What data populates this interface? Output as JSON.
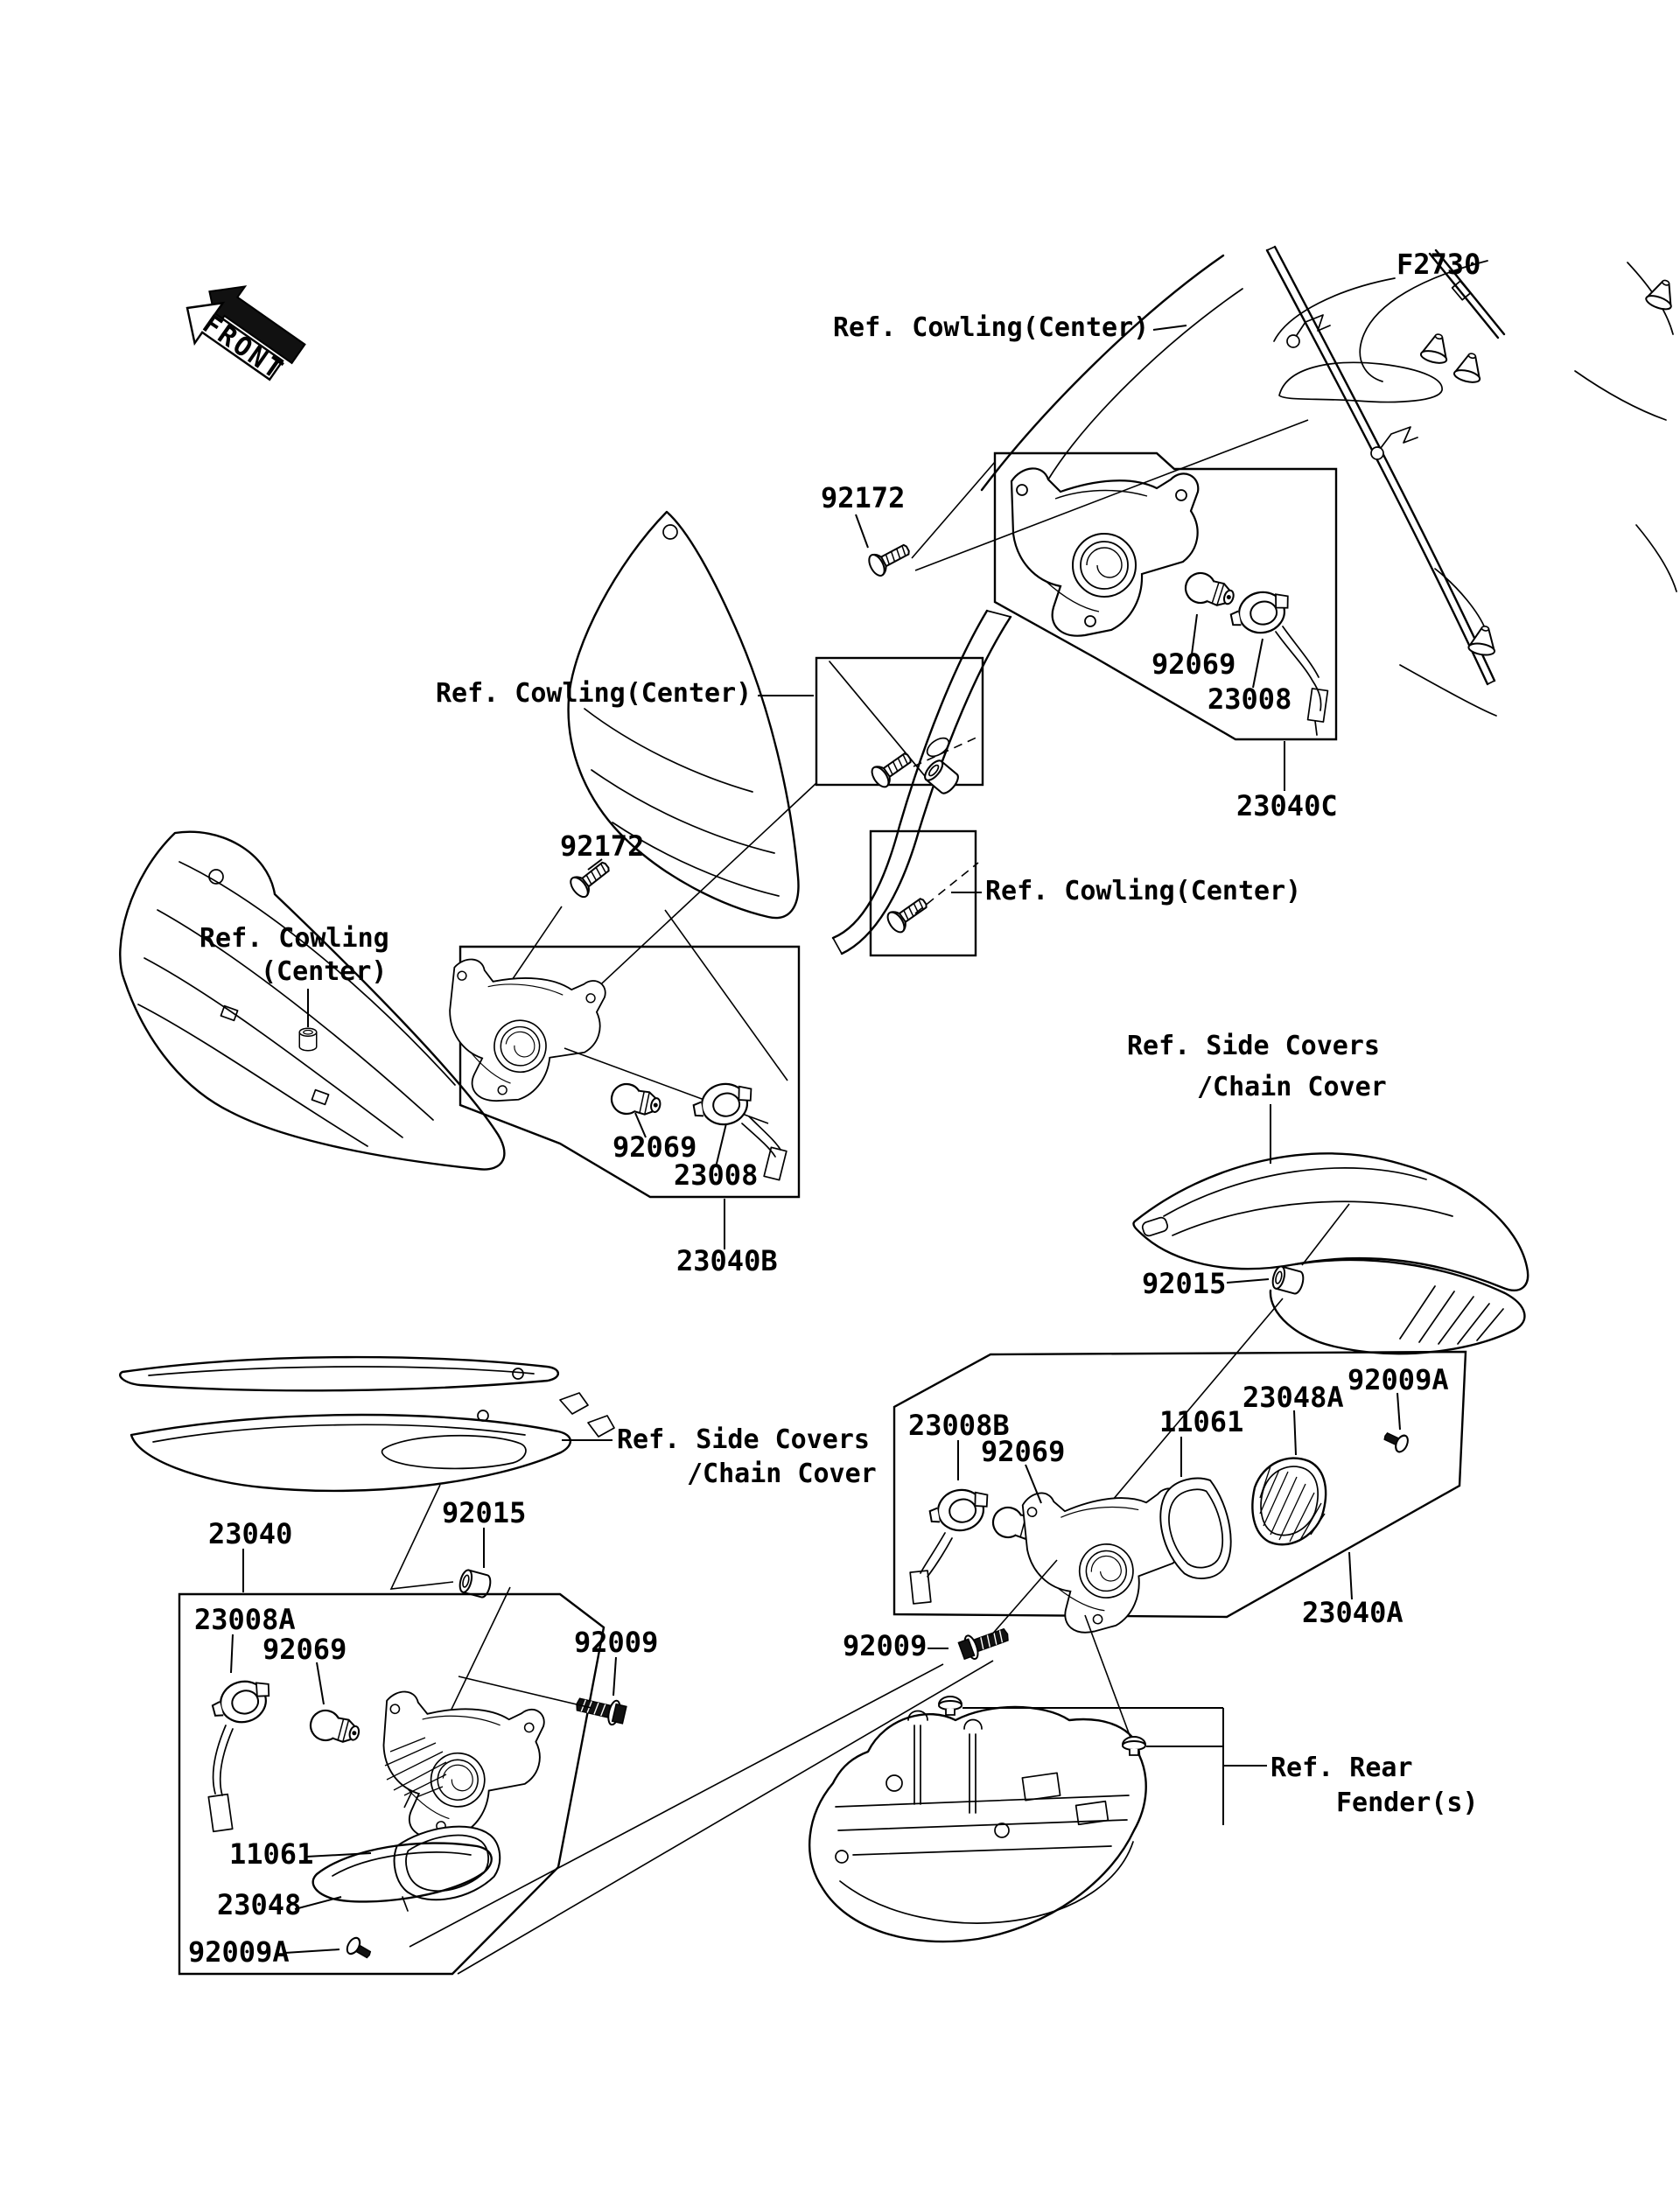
{
  "diagram": {
    "code": "F2730",
    "front_marker": "FRONT",
    "refs": {
      "cowling_center": "Ref. Cowling(Center)",
      "cowling_l1": "Ref. Cowling",
      "cowling_l2": "(Center)",
      "side_covers_l1": "Ref. Side Covers",
      "side_covers_l2": "/Chain Cover",
      "rear_fender_l1": "Ref. Rear",
      "rear_fender_l2": "Fender(s)"
    },
    "parts": {
      "p92172": "92172",
      "p92069": "92069",
      "p23008": "23008",
      "p23008a": "23008A",
      "p23008b": "23008B",
      "p23040": "23040",
      "p23040a": "23040A",
      "p23040b": "23040B",
      "p23040c": "23040C",
      "p92015": "92015",
      "p92009": "92009",
      "p92009a": "92009A",
      "p11061": "11061",
      "p23048": "23048",
      "p23048a": "23048A"
    }
  }
}
